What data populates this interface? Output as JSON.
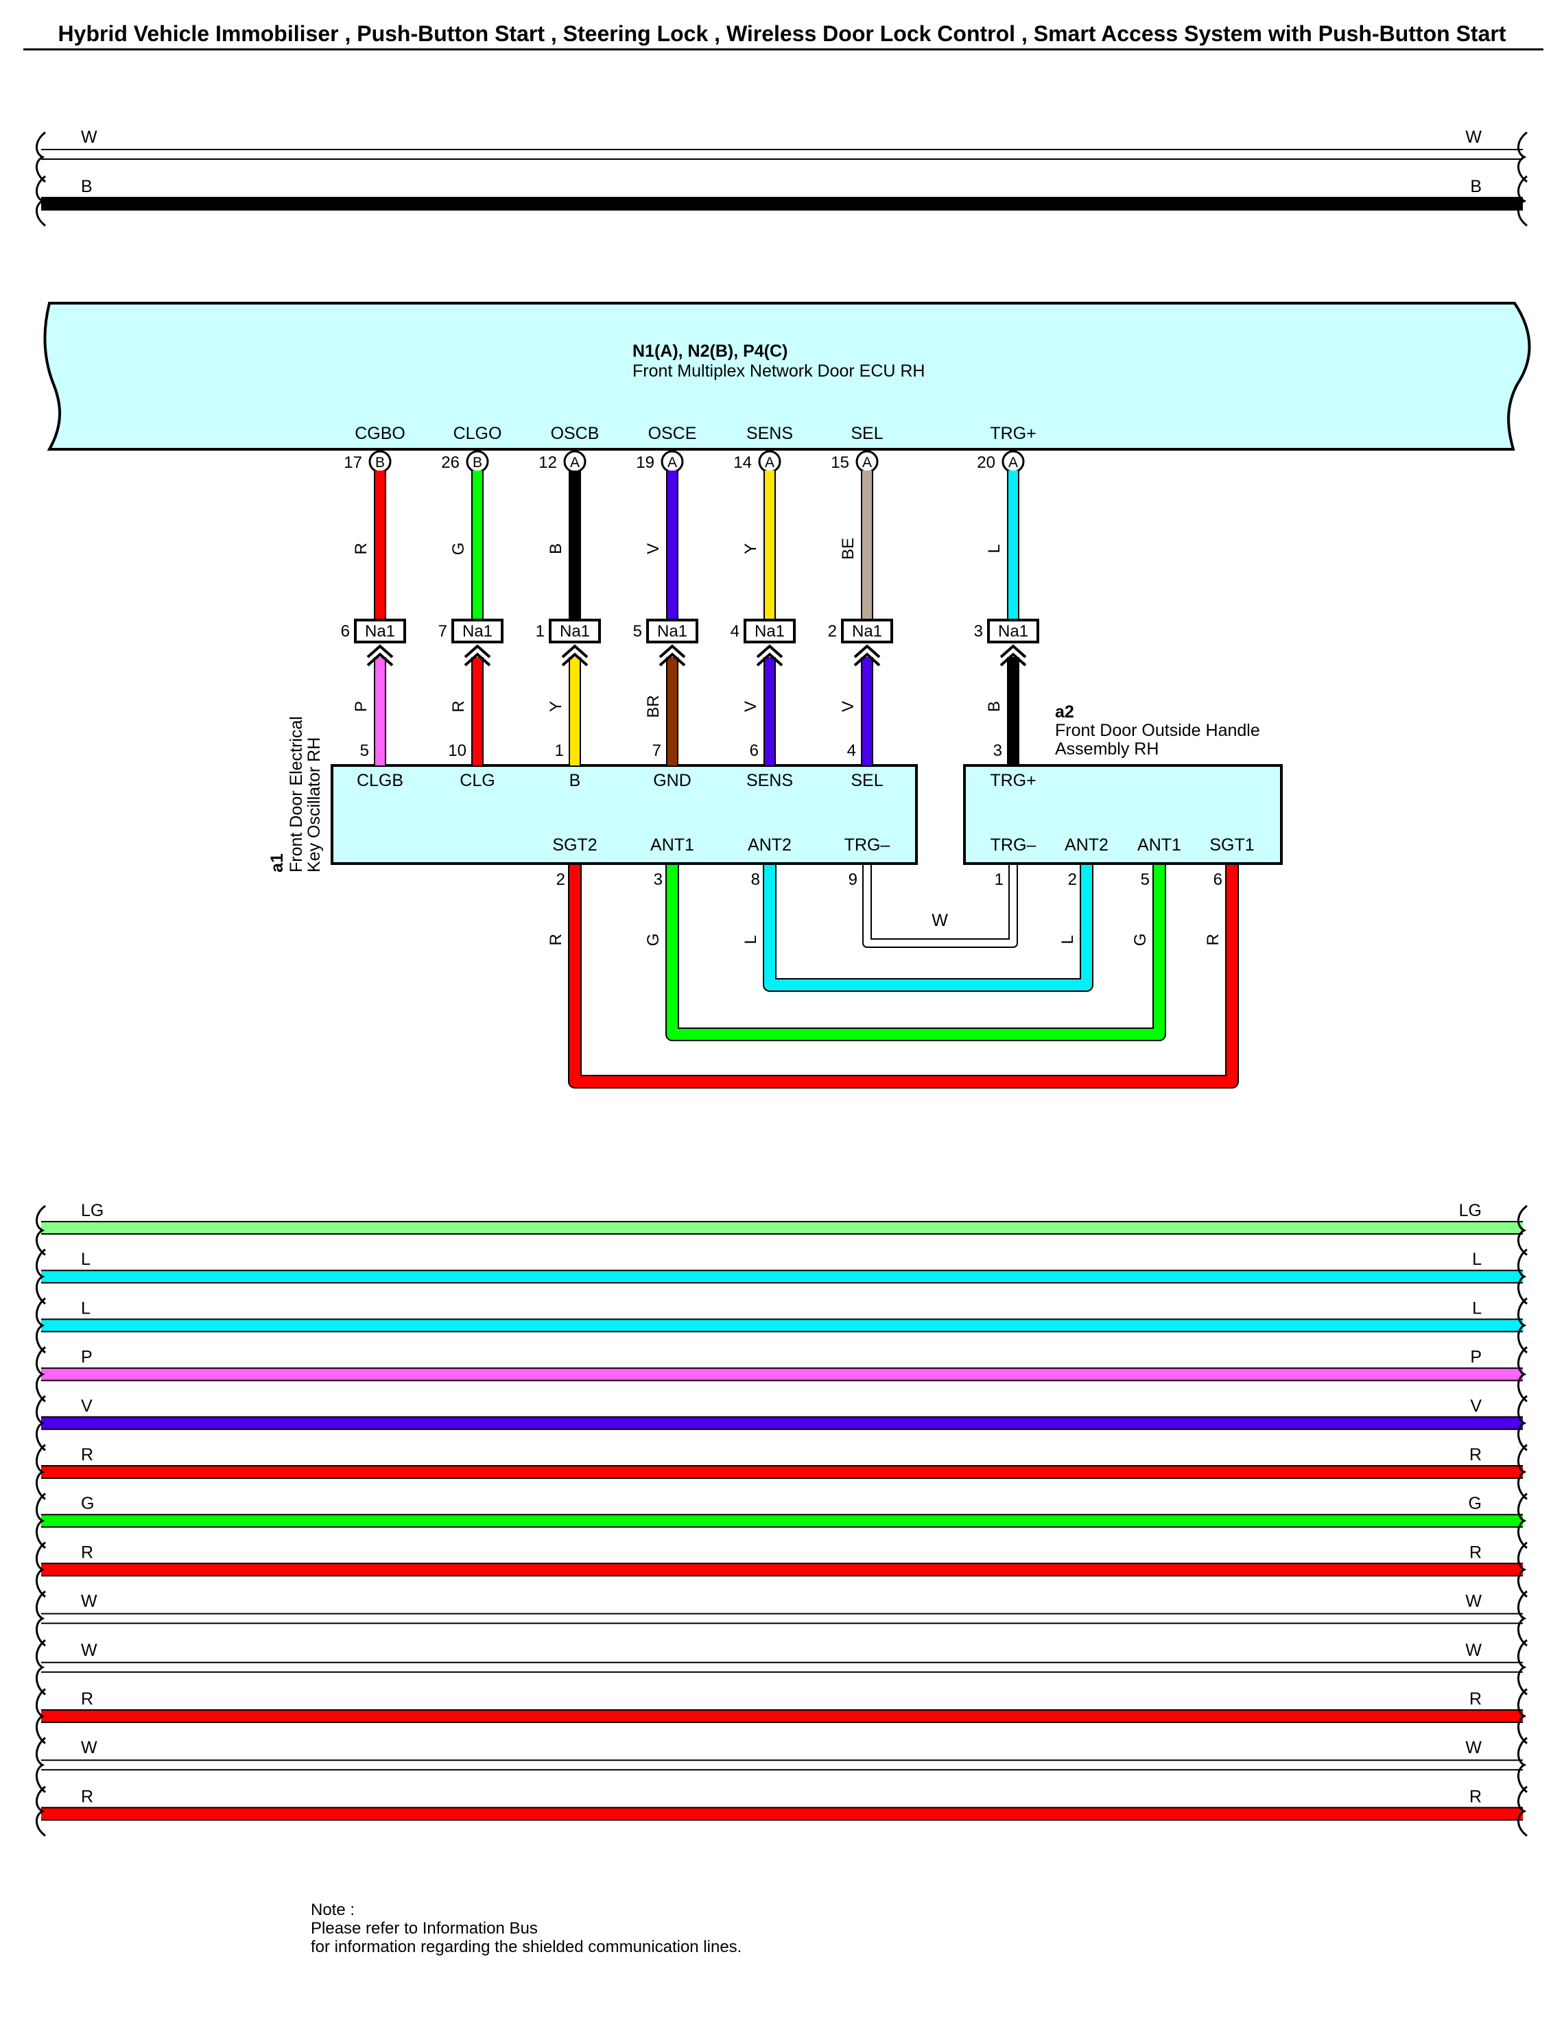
{
  "title": "Hybrid Vehicle Immobiliser , Push-Button Start , Steering Lock , Wireless Door Lock Control , Smart Access System with Push-Button Start",
  "colors": {
    "W": "#ffffff",
    "B": "#000000",
    "R": "#ff0000",
    "G": "#00ff00",
    "V": "#4a00e8",
    "Y": "#ffe600",
    "BE": "#b8a898",
    "L": "#00f0f8",
    "P": "#ff66ff",
    "BR": "#8b3300",
    "LG": "#88ff88",
    "ecu_fill": "#ccffff"
  },
  "top_bus": [
    {
      "color": "W",
      "left_label": "W",
      "right_label": "W"
    },
    {
      "color": "B",
      "left_label": "B",
      "right_label": "B"
    }
  ],
  "ecu": {
    "connector": "N1(A), N2(B), P4(C)",
    "name": "Front Multiplex Network Door ECU RH",
    "terminals": [
      {
        "name": "CGBO",
        "pin": "17",
        "conn": "B",
        "wire": "R"
      },
      {
        "name": "CLGO",
        "pin": "26",
        "conn": "B",
        "wire": "G"
      },
      {
        "name": "OSCB",
        "pin": "12",
        "conn": "A",
        "wire": "B"
      },
      {
        "name": "OSCE",
        "pin": "19",
        "conn": "A",
        "wire": "V"
      },
      {
        "name": "SENS",
        "pin": "14",
        "conn": "A",
        "wire": "Y"
      },
      {
        "name": "SEL",
        "pin": "15",
        "conn": "A",
        "wire": "BE"
      },
      {
        "name": "TRG+",
        "pin": "20",
        "conn": "A",
        "wire": "L"
      }
    ]
  },
  "junction": {
    "label": "Na1",
    "pins": [
      {
        "pin": "6",
        "lower_wire": "P"
      },
      {
        "pin": "7",
        "lower_wire": "R"
      },
      {
        "pin": "1",
        "lower_wire": "Y"
      },
      {
        "pin": "5",
        "lower_wire": "BR"
      },
      {
        "pin": "4",
        "lower_wire": "V"
      },
      {
        "pin": "2",
        "lower_wire": "V"
      },
      {
        "pin": "3",
        "lower_wire": "B"
      }
    ]
  },
  "a1": {
    "id": "a1",
    "name_line1": "Front Door Electrical",
    "name_line2": "Key Oscillator RH",
    "top_terminals": [
      {
        "name": "CLGB",
        "pin": "5"
      },
      {
        "name": "CLG",
        "pin": "10"
      },
      {
        "name": "B",
        "pin": "1"
      },
      {
        "name": "GND",
        "pin": "7"
      },
      {
        "name": "SENS",
        "pin": "6"
      },
      {
        "name": "SEL",
        "pin": "4"
      }
    ],
    "bottom_terminals": [
      {
        "name": "SGT2",
        "pin": "2",
        "wire": "R"
      },
      {
        "name": "ANT1",
        "pin": "3",
        "wire": "G"
      },
      {
        "name": "ANT2",
        "pin": "8",
        "wire": "L"
      },
      {
        "name": "TRG–",
        "pin": "9",
        "wire": "W"
      }
    ]
  },
  "a2": {
    "id": "a2",
    "name_line1": "Front Door Outside Handle",
    "name_line2": "Assembly RH",
    "top_terminals": [
      {
        "name": "TRG+",
        "pin": "3"
      }
    ],
    "bottom_terminals": [
      {
        "name": "TRG–",
        "pin": "1",
        "wire": "W"
      },
      {
        "name": "ANT2",
        "pin": "2",
        "wire": "L"
      },
      {
        "name": "ANT1",
        "pin": "5",
        "wire": "G"
      },
      {
        "name": "SGT1",
        "pin": "6",
        "wire": "R"
      }
    ]
  },
  "trg_link_label": "W",
  "bottom_bus": [
    {
      "color": "LG",
      "left_label": "LG",
      "right_label": "LG"
    },
    {
      "color": "L",
      "left_label": "L",
      "right_label": "L"
    },
    {
      "color": "L",
      "left_label": "L",
      "right_label": "L"
    },
    {
      "color": "P",
      "left_label": "P",
      "right_label": "P"
    },
    {
      "color": "V",
      "left_label": "V",
      "right_label": "V"
    },
    {
      "color": "R",
      "left_label": "R",
      "right_label": "R"
    },
    {
      "color": "G",
      "left_label": "G",
      "right_label": "G"
    },
    {
      "color": "R",
      "left_label": "R",
      "right_label": "R"
    },
    {
      "color": "W",
      "left_label": "W",
      "right_label": "W"
    },
    {
      "color": "W",
      "left_label": "W",
      "right_label": "W"
    },
    {
      "color": "R",
      "left_label": "R",
      "right_label": "R"
    },
    {
      "color": "W",
      "left_label": "W",
      "right_label": "W"
    },
    {
      "color": "R",
      "left_label": "R",
      "right_label": "R"
    }
  ],
  "note": {
    "line1": "Note :",
    "line2": "Please refer to Information Bus",
    "line3": "for information regarding the shielded communication lines."
  }
}
